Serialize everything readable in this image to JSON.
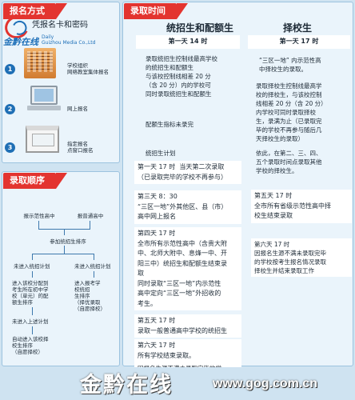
{
  "left": {
    "signup": {
      "header": "报名方式",
      "cert_text": "凭报名卡和密码",
      "logo_cn": "金黔在线",
      "logo_en_line1": "Daily",
      "logo_en_line2": "Guizhou Media Co.,Ltd",
      "steps": [
        {
          "num": "1",
          "text": "学校组织\n网络教室集体报名"
        },
        {
          "num": "2",
          "text": "网上报名"
        },
        {
          "num": "3",
          "text": "指定报名\n点窗口报名"
        }
      ]
    },
    "order": {
      "header": "录取顺序",
      "boxes": {
        "apply_model": "报示范性高中",
        "apply_normal": "报普通高中",
        "join_unified": "参加统招生排序",
        "in_unified": "未进入统招计划",
        "in_unified2": "未进入统招计划",
        "school_assign": "进入该校分配到\n考生所在初中学\n校（单元）的配\n额生排序",
        "unified_rank": "进入报考学\n校统招\n生排序\n（择优录取\n（自愿择校）",
        "not_above": "未进入上述计划",
        "self_select": "自动进入该校择\n校生排序\n（自愿择校）"
      }
    }
  },
  "right": {
    "header": "录取时间",
    "col_left_title": "统招生和配额生",
    "col_right_title": "择校生",
    "left_items": [
      {
        "head": "第一天 14 时",
        "text": "录取统招生控制线最高学校\n的统招生和配额生\n与该校控制线相差 20 分\n（含 20 分）内的学校可\n同时录取统招生和配额生"
      },
      {
        "head": "",
        "text": "配额生指标未录完"
      },
      {
        "head": "",
        "text": "统招生计划"
      },
      {
        "head": "",
        "text": "第一天 17 时  当天第二次录取\n（已录取完毕的学校不再参与）"
      },
      {
        "head": "",
        "text": "第三天 8：30\n“三区一地”外其他区、县（市）\n高中网上报名"
      },
      {
        "head": "",
        "text": "第四天 17 时\n全市所有示范性高中（含贵大附\n中、北师大附中、息烽一中、开\n阳三中）统招生和配额生结束录\n取\n同时录取“三区一地”内示范性\n高中定向“三区一地”外招收的\n考生。"
      },
      {
        "head": "",
        "text": "第五天 17 时\n录取一般普通高中学校的统招生"
      },
      {
        "head": "",
        "text": "第六天 17 时\n所有学校结束录取。"
      },
      {
        "head": "",
        "text": "因报名生源不满未录取完毕的学\n校，由各区县统一调配生源"
      }
    ],
    "right_items": [
      {
        "head": "第一天 17 时",
        "text": "“三区一地” 内示范性高\n中择校生的录取。"
      },
      {
        "head": "",
        "text": "录取择校生控制线最高学\n校的择校生，与该校控制\n线相差 20 分（含 20 分）\n内学校可同时录取择校\n生，录满为止（已录取完\n毕的学校不再参与随后几\n天择校生的录取）"
      },
      {
        "head": "",
        "text": "依此，在第二、三、四、\n五个录取时间点录取其他\n学校的择校生。"
      },
      {
        "head": "",
        "text": "第五天 17 时\n全市所有省级示范性高中择\n校生结束录取"
      },
      {
        "head": "",
        "text": "第六天 17 时\n因报名生源不满未录取完毕\n的学校按考生报名情况录取\n择校生并结束录取工作"
      }
    ]
  },
  "watermark": {
    "cn": "金黔在线",
    "url": "www.gog.com.cn"
  },
  "colors": {
    "accent_red": "#e3342f",
    "bg_blue": "#cfe3f1",
    "step_blue": "#1f6fb5"
  }
}
